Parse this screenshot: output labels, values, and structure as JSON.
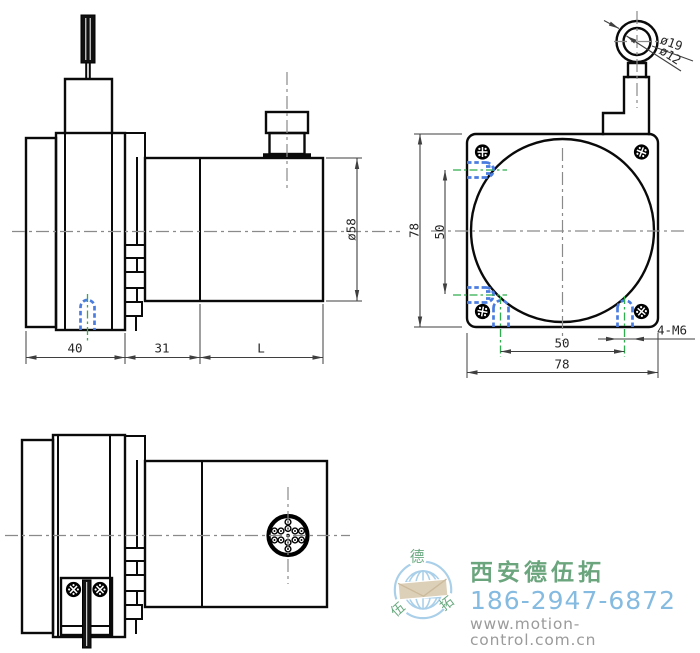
{
  "drawing": {
    "side_view": {
      "dim_block_width": "40",
      "dim_flange_width": "31",
      "dim_body_length": "L",
      "dim_body_diameter": "ø58"
    },
    "front_view": {
      "dim_height": "78",
      "dim_width": "78",
      "dim_hole_spacing_vertical": "50",
      "dim_hole_spacing_horizontal": "50",
      "thread_callout": "4-M6",
      "eyelet_outer_diameter": "ø19",
      "eyelet_inner_diameter": "ø12"
    },
    "colors": {
      "object_line": "#0a0a0a",
      "dimension_line": "#3f3f3f",
      "centerline_gray": "#8a8a8a",
      "centerline_green": "#2fae4e",
      "hidden_hole_blue": "#4a7ce0"
    }
  },
  "watermark": {
    "company": "西安德伍拓",
    "phone": "186-2947-6872",
    "website": "www.motion-control.com.cn",
    "logo_chars": {
      "top": "德",
      "left": "伍",
      "right": "拓"
    },
    "colors": {
      "green": "#6BA57E",
      "blue": "#85BBE0",
      "gray": "#9B9B9B",
      "logo_blue": "#A9CFE9",
      "envelope_tan": "#DDD0B8"
    }
  }
}
